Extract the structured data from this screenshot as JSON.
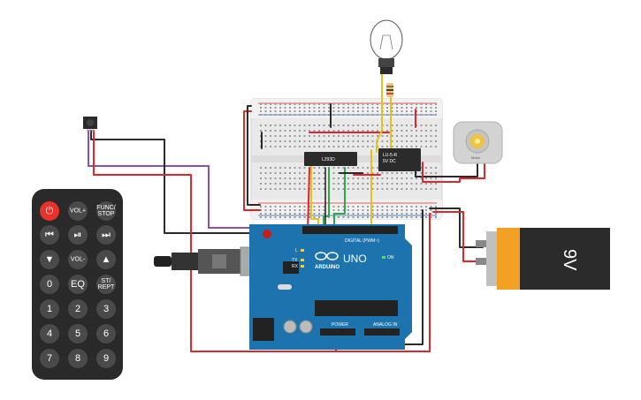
{
  "remote": {
    "keys": [
      {
        "name": "power",
        "label": "⏻",
        "color": "#e8312a"
      },
      {
        "name": "vol-plus",
        "label": "VOL+"
      },
      {
        "name": "func-stop",
        "label": "FUNC/\nSTOP"
      },
      {
        "name": "prev",
        "label": "⏮"
      },
      {
        "name": "play-pause",
        "label": "⏯"
      },
      {
        "name": "next",
        "label": "⏭"
      },
      {
        "name": "down",
        "label": "▼"
      },
      {
        "name": "vol-minus",
        "label": "VOL-"
      },
      {
        "name": "up",
        "label": "▲"
      },
      {
        "name": "zero",
        "label": "0"
      },
      {
        "name": "eq",
        "label": "EQ"
      },
      {
        "name": "st-rept",
        "label": "ST/\nREPT"
      },
      {
        "name": "one",
        "label": "1"
      },
      {
        "name": "two",
        "label": "2"
      },
      {
        "name": "three",
        "label": "3"
      },
      {
        "name": "four",
        "label": "4"
      },
      {
        "name": "five",
        "label": "5"
      },
      {
        "name": "six",
        "label": "6"
      },
      {
        "name": "seven",
        "label": "7"
      },
      {
        "name": "eight",
        "label": "8"
      },
      {
        "name": "nine",
        "label": "9"
      }
    ]
  },
  "arduino": {
    "logo": "ARDUINO",
    "model": "UNO",
    "digital_label": "DIGITAL (PWM~)",
    "power_label": "POWER",
    "analog_label": "ANALOG IN",
    "tx_label": "TX",
    "rx_label": "RX",
    "l_label": "L",
    "on_label": "ON"
  },
  "driver_chip": {
    "label": "L293D"
  },
  "relay": {
    "label": "LU-5-R"
  },
  "battery": {
    "label": "9V"
  },
  "motor": {
    "label": "Motor"
  },
  "colors": {
    "wire_red": "#e0262b",
    "wire_black": "#2b2b2b",
    "wire_yellow": "#e6c31a",
    "wire_green": "#2fa84a",
    "wire_purple": "#8e4fa6",
    "arduino_blue": "#1c73ad",
    "remote_body": "#2a2a2a",
    "battery_orange": "#f3a124"
  }
}
